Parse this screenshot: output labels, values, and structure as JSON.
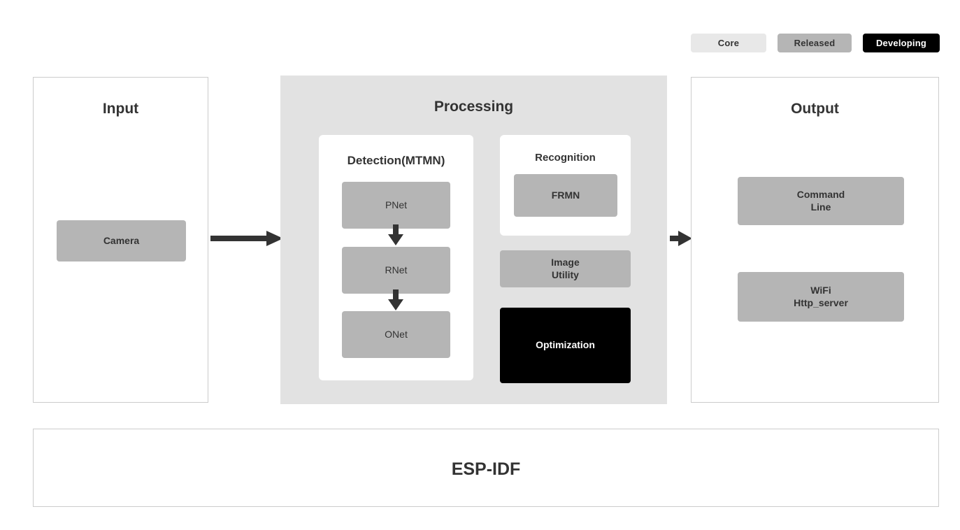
{
  "legend": {
    "items": [
      {
        "label": "Core",
        "color": "#e8e8e8",
        "name": "legend-core"
      },
      {
        "label": "Released",
        "color": "#b5b5b5",
        "name": "legend-released"
      },
      {
        "label": "Developing",
        "color": "#000000",
        "name": "legend-developing"
      }
    ]
  },
  "input": {
    "title": "Input",
    "blocks": [
      {
        "label": "Camera",
        "status": "Released"
      }
    ]
  },
  "processing": {
    "title": "Processing",
    "detection": {
      "title": "Detection(MTMN)",
      "stages": [
        {
          "label": "PNet",
          "status": "Released"
        },
        {
          "label": "RNet",
          "status": "Released"
        },
        {
          "label": "ONet",
          "status": "Released"
        }
      ]
    },
    "recognition": {
      "title": "Recognition",
      "blocks": [
        {
          "label": "FRMN",
          "status": "Released"
        }
      ]
    },
    "blocks": [
      {
        "label": "Image\nUtility",
        "status": "Released"
      },
      {
        "label": "Optimization",
        "status": "Developing"
      }
    ]
  },
  "output": {
    "title": "Output",
    "blocks": [
      {
        "label": "Command\nLine",
        "status": "Released"
      },
      {
        "label": "WiFi\nHttp_server",
        "status": "Released"
      }
    ]
  },
  "foundation": {
    "label": "ESP-IDF"
  },
  "arrows": [
    {
      "name": "input-to-processing",
      "direction": "right"
    },
    {
      "name": "processing-to-output",
      "direction": "right"
    },
    {
      "name": "pnet-to-rnet",
      "direction": "down"
    },
    {
      "name": "rnet-to-onet",
      "direction": "down"
    }
  ],
  "colors": {
    "core": "#e8e8e8",
    "released": "#b5b5b5",
    "developing": "#000000",
    "processing_bg": "#e2e2e2",
    "panel_border": "#cccccc",
    "text": "#333333",
    "arrow": "#333333"
  }
}
